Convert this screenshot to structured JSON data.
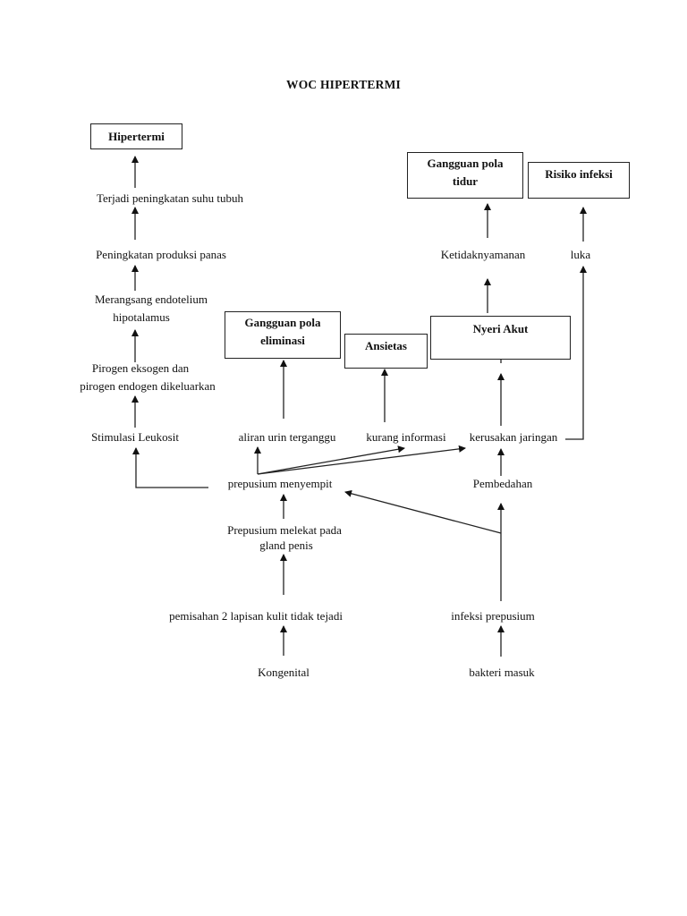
{
  "title": "WOC HIPERTERMI",
  "diagnoses": {
    "hipertermi": "Hipertermi",
    "gangguan_pola_tidur": [
      "Gangguan pola",
      "tidur"
    ],
    "risiko_infeksi": "Risiko infeksi",
    "gangguan_pola_eliminasi": [
      "Gangguan pola",
      "eliminasi"
    ],
    "ansietas": "Ansietas",
    "nyeri_akut": "Nyeri Akut"
  },
  "nodes": {
    "terjadi_peningkatan_suhu": "Terjadi peningkatan suhu tubuh",
    "peningkatan_produksi_panas": "Peningkatan produksi panas",
    "merangsang_endotelium": [
      "Merangsang endotelium",
      "hipotalamus"
    ],
    "pirogen": [
      "Pirogen eksogen dan",
      "pirogen endogen dikeluarkan"
    ],
    "stimulasi_leukosit": "Stimulasi Leukosit",
    "aliran_urin": "aliran urin terganggu",
    "kurang_informasi": "kurang informasi",
    "kerusakan_jaringan": "kerusakan jaringan",
    "ketidaknyamanan": "Ketidaknyamanan",
    "luka": "luka",
    "prepusium_menyempit": "prepusium menyempit",
    "pembedahan": "Pembedahan",
    "prepusium_melekat": [
      "Prepusium melekat pada",
      "gland penis"
    ],
    "pemisahan": "pemisahan 2 lapisan kulit tidak tejadi",
    "infeksi_prepusium": "infeksi prepusium",
    "kongenital": "Kongenital",
    "bakteri_masuk": "bakteri masuk"
  }
}
